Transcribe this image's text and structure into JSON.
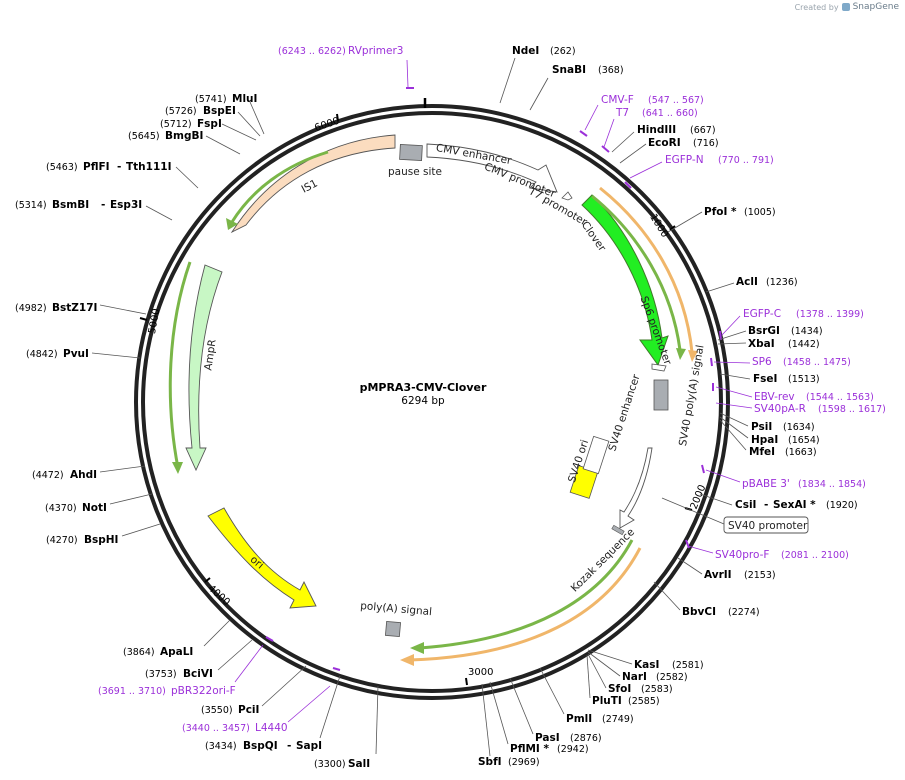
{
  "watermark": {
    "prefix": "Created by",
    "brand": "SnapGene"
  },
  "plasmid": {
    "name": "pMPRA3-CMV-Clover",
    "length_label": "6294 bp"
  },
  "ticks": [
    "1000",
    "2000",
    "3000",
    "4000",
    "5000",
    "6000"
  ],
  "sites": [
    {
      "name": "NdeI",
      "pos": "(262)"
    },
    {
      "name": "SnaBI",
      "pos": "(368)"
    },
    {
      "name": "HindIII",
      "pos": "(667)"
    },
    {
      "name": "EcoRI",
      "pos": "(716)"
    },
    {
      "name": "PfoI *",
      "pos": "(1005)"
    },
    {
      "name": "AclI",
      "pos": "(1236)"
    },
    {
      "name": "BsrGI",
      "pos": "(1434)"
    },
    {
      "name": "XbaI",
      "pos": "(1442)"
    },
    {
      "name": "FseI",
      "pos": "(1513)"
    },
    {
      "name": "PsiI",
      "pos": "(1634)"
    },
    {
      "name": "HpaI",
      "pos": "(1654)"
    },
    {
      "name": "MfeI",
      "pos": "(1663)"
    },
    {
      "name": "CsiI",
      "name2": "SexAI *",
      "pos": "(1920)"
    },
    {
      "name": "AvrII",
      "pos": "(2153)"
    },
    {
      "name": "BbvCI",
      "pos": "(2274)"
    },
    {
      "name": "KasI",
      "pos": "(2581)"
    },
    {
      "name": "NarI",
      "pos": "(2582)"
    },
    {
      "name": "SfoI",
      "pos": "(2583)"
    },
    {
      "name": "PluTI",
      "pos": "(2585)"
    },
    {
      "name": "PmlI",
      "pos": "(2749)"
    },
    {
      "name": "PasI",
      "pos": "(2876)"
    },
    {
      "name": "PflMI *",
      "pos": "(2942)"
    },
    {
      "name": "SbfI",
      "pos": "(2969)"
    },
    {
      "name": "SalI",
      "pos": "(3300)"
    },
    {
      "name": "BspQI",
      "name2": "SapI",
      "pos": "(3434)"
    },
    {
      "name": "PciI",
      "pos": "(3550)"
    },
    {
      "name": "BciVI",
      "pos": "(3753)"
    },
    {
      "name": "ApaLI",
      "pos": "(3864)"
    },
    {
      "name": "BspHI",
      "pos": "(4270)"
    },
    {
      "name": "NotI",
      "pos": "(4370)"
    },
    {
      "name": "AhdI",
      "pos": "(4472)"
    },
    {
      "name": "PvuI",
      "pos": "(4842)"
    },
    {
      "name": "BstZ17I",
      "pos": "(4982)"
    },
    {
      "name": "BsmBI",
      "name2": "Esp3I",
      "pos": "(5314)"
    },
    {
      "name": "PflFI",
      "name2": "Tth111I",
      "pos": "(5463)"
    },
    {
      "name": "BmgBI",
      "pos": "(5645)"
    },
    {
      "name": "FspI",
      "pos": "(5712)"
    },
    {
      "name": "BspEI",
      "pos": "(5726)"
    },
    {
      "name": "MluI",
      "pos": "(5741)"
    }
  ],
  "primers": [
    {
      "name": "RVprimer3",
      "range": "(6243 .. 6262)"
    },
    {
      "name": "CMV-F",
      "range": "(547 .. 567)"
    },
    {
      "name": "T7",
      "range": "(641 .. 660)"
    },
    {
      "name": "EGFP-N",
      "range": "(770 .. 791)"
    },
    {
      "name": "EGFP-C",
      "range": "(1378 .. 1399)"
    },
    {
      "name": "SP6",
      "range": "(1458 .. 1475)"
    },
    {
      "name": "EBV-rev",
      "range": "(1544 .. 1563)"
    },
    {
      "name": "SV40pA-R",
      "range": "(1598 .. 1617)"
    },
    {
      "name": "pBABE 3'",
      "range": "(1834 .. 1854)"
    },
    {
      "name": "SV40pro-F",
      "range": "(2081 .. 2100)"
    },
    {
      "name": "pBR322ori-F",
      "range": "(3691 .. 3710)"
    },
    {
      "name": "L4440",
      "range": "(3440 .. 3457)"
    }
  ],
  "features": {
    "cmv_enhancer": "CMV enhancer",
    "cmv_promoter": "CMV promoter",
    "t7_promoter": "T7 promoter",
    "clover": "Clover",
    "sp6_promoter": "Sp6 promoter",
    "sv40_polya_signal": "SV40 poly(A) signal",
    "sv40_promoter": "SV40 promoter",
    "kozak": "Kozak sequence",
    "polya_signal": "poly(A) signal",
    "ori": "ori",
    "ampr": "AmpR",
    "is1": "IS1",
    "pause_site": "pause site",
    "sv40_ori": "SV40 ori",
    "sv40_enhancer": "SV40 enhancer"
  },
  "colors": {
    "backbone": "#222222",
    "primer": "#9b30d9",
    "clover": "#22ee22",
    "orf_outline": "#7ab648",
    "orange_orf": "#f0b66a",
    "ampr": "#c8f7c5",
    "ori": "#ffff00",
    "is1": "#fbdcbf",
    "sv40_ori": "#ffff00",
    "grey_box": "#a9adb2"
  }
}
